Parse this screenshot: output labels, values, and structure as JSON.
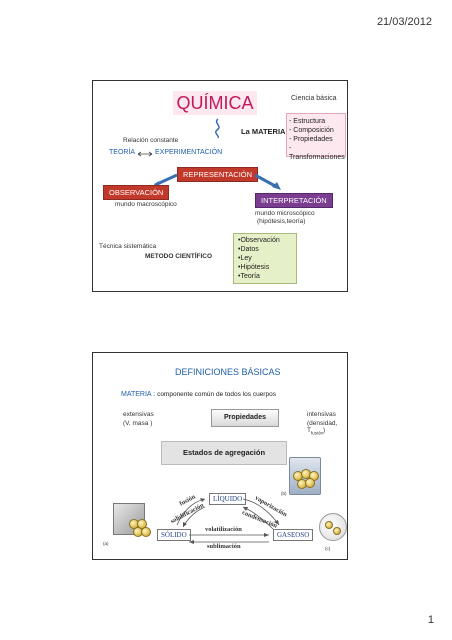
{
  "header": {
    "date": "21/03/2012"
  },
  "footer": {
    "page_number": "1"
  },
  "slide1": {
    "title": "QUÍMICA",
    "ciencia_basica": "Ciencia básica",
    "la_materia": "La MATERIA",
    "props": [
      "- Estructura",
      "- Composición",
      "- Propiedades",
      "- Transformaciones"
    ],
    "relacion": "Relación constante",
    "teoria": "TEORÍA",
    "experimentacion": "EXPERIMENTACIÓN",
    "representacion": "REPRESENTACIÓN",
    "observacion": "OBSERVACIÓN",
    "mundo_macro": "mundo macroscópico",
    "interpretacion": "INTERPRETACIÓN",
    "mundo_micro": "mundo microscópico",
    "hipotesis": "(hipótesis,teoría)",
    "tecnica": "Técnica sistemática",
    "metodo": "METODO CIENTÍFICO",
    "steps": [
      "•Observación",
      "•Datos",
      "•Ley",
      "•Hipótesis",
      "•Teoría"
    ]
  },
  "slide2": {
    "title": "DEFINICIONES BÁSICAS",
    "materia_label": "MATERIA :",
    "materia_def": "componente común de todos los cuerpos",
    "extensivas": "extensivas",
    "extensivas_ej": "(V, masa )",
    "propiedades": "Propiedades",
    "intensivas": "intensivas",
    "intensivas_ej": "(densidad, T",
    "intensivas_sub": "fusión",
    "intensivas_close": ")",
    "estados": "Estados de agregación",
    "solido": "SÓLIDO",
    "liquido": "LÍQUIDO",
    "gaseoso": "GASEOSO",
    "fusion": "fusión",
    "solidificacion": "solidificación",
    "vaporizacion": "vaporización",
    "condensacion": "condensación",
    "volatilizacion": "volatilización",
    "sublimacion": "sublimación",
    "tag_a": "(a)",
    "tag_b": "(b)",
    "tag_c": "(c)"
  }
}
